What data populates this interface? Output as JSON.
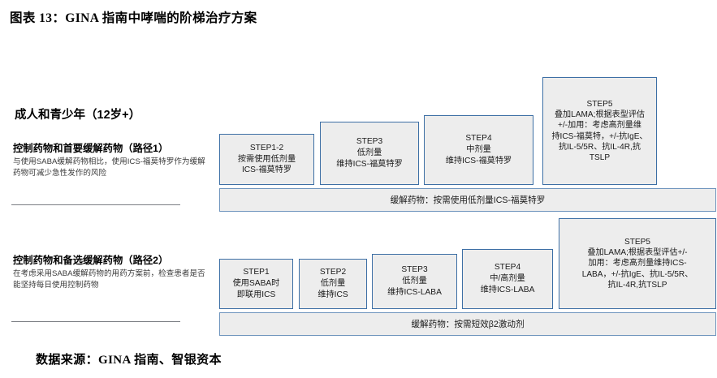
{
  "figure": {
    "title": "图表 13：GINA 指南中哮喘的阶梯治疗方案",
    "source_note": "数据来源：GINA 指南、智银资本"
  },
  "theme": {
    "box_fill": "#EDEDED",
    "box_border": "#3D6FA5",
    "bar_border": "#6E94BD",
    "divider": "#7A7D82",
    "text": "#1A1A1A"
  },
  "sidebar": {
    "age_group_heading": "成人和青少年（12岁+）",
    "blocks": [
      {
        "title": "控制药物和首要缓解药物（路径1）",
        "description": "与使用SABA缓解药物相比，使用ICS-福莫特罗作为缓解药物可减少急性发作的风险"
      },
      {
        "title": "控制药物和备选缓解药物（路径2）",
        "description": "在考虑采用SABA缓解药物的用药方案前，检查患者是否能坚持每日使用控制药物"
      }
    ]
  },
  "tracks": [
    {
      "name": "track-1",
      "steps": [
        {
          "label": "STEP1-2",
          "detail": "STEP1-2\n按需使用低剂量\nICS-福莫特罗"
        },
        {
          "label": "STEP3",
          "detail": "STEP3\n低剂量\n维持ICS-福莫特罗"
        },
        {
          "label": "STEP4",
          "detail": "STEP4\n中剂量\n维持ICS-福莫特罗"
        },
        {
          "label": "STEP5",
          "detail": "STEP5\n叠加LAMA;根据表型评估\n+/-加用：考虑高剂量维\n持ICS-福莫特，+/-抗IgE、\n抗IL-5/5R、抗IL-4R,抗\nTSLP"
        }
      ],
      "reliever": "缓解药物：按需使用低剂量ICS-福莫特罗"
    },
    {
      "name": "track-2",
      "steps": [
        {
          "label": "STEP1",
          "detail": "STEP1\n使用SABA时\n即联用ICS"
        },
        {
          "label": "STEP2",
          "detail": "STEP2\n低剂量\n维持ICS"
        },
        {
          "label": "STEP3",
          "detail": "STEP3\n低剂量\n维持ICS-LABA"
        },
        {
          "label": "STEP4",
          "detail": "STEP4\n中/高剂量\n维持ICS-LABA"
        },
        {
          "label": "STEP5",
          "detail": "STEP5\n叠加LAMA;根据表型评估+/-\n加用：考虑高剂量维持ICS-\nLABA，+/-抗IgE、抗IL-5/5R、\n抗IL-4R,抗TSLP"
        }
      ],
      "reliever": "缓解药物：按需短效β2激动剂"
    }
  ]
}
